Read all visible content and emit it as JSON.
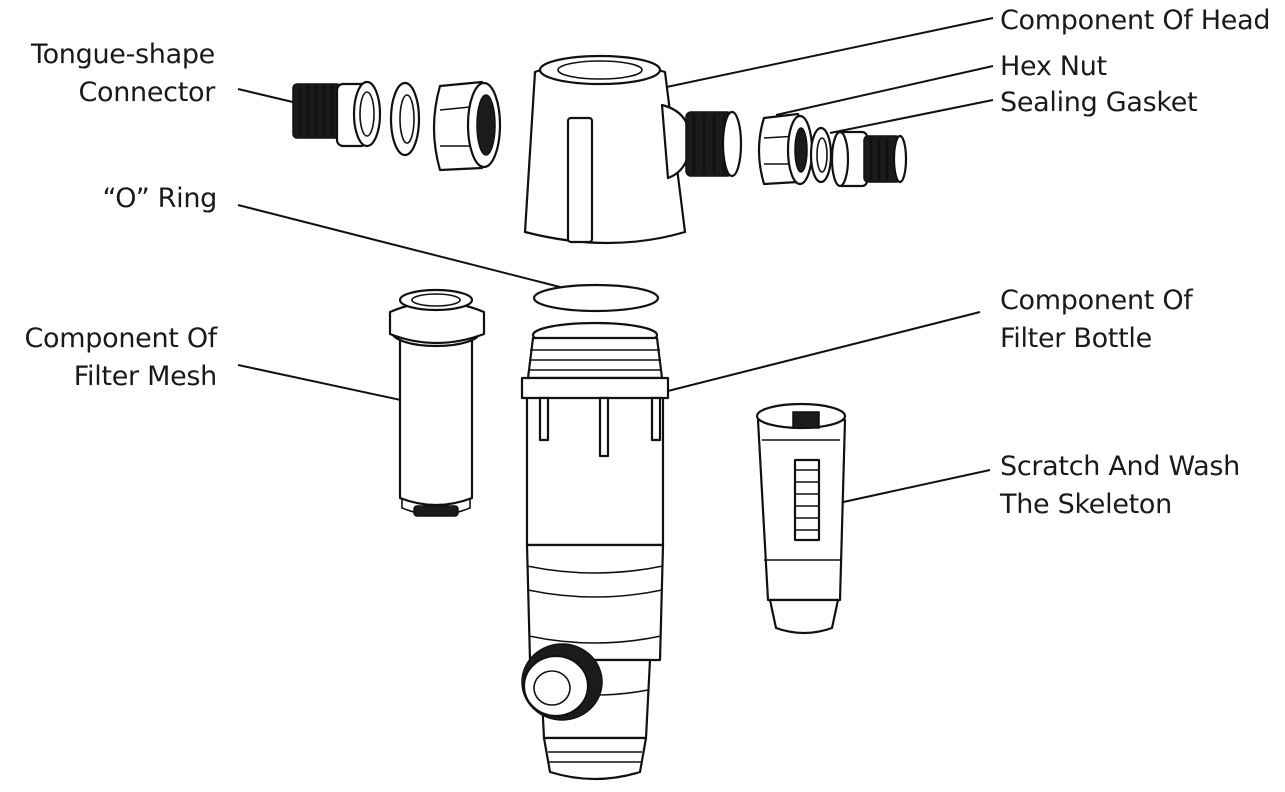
{
  "labels": {
    "head": "Component Of Head",
    "hex_nut": "Hex Nut",
    "sealing_gasket": "Sealing Gasket",
    "tongue_line1": "Tongue-shape",
    "tongue_line2": "Connector",
    "o_ring": "“O” Ring",
    "mesh_line1": "Component Of",
    "mesh_line2": "Filter Mesh",
    "bottle_line1": "Component Of",
    "bottle_line2": "Filter Bottle",
    "skeleton_line1": "Scratch And Wash",
    "skeleton_line2": "The Skeleton"
  }
}
